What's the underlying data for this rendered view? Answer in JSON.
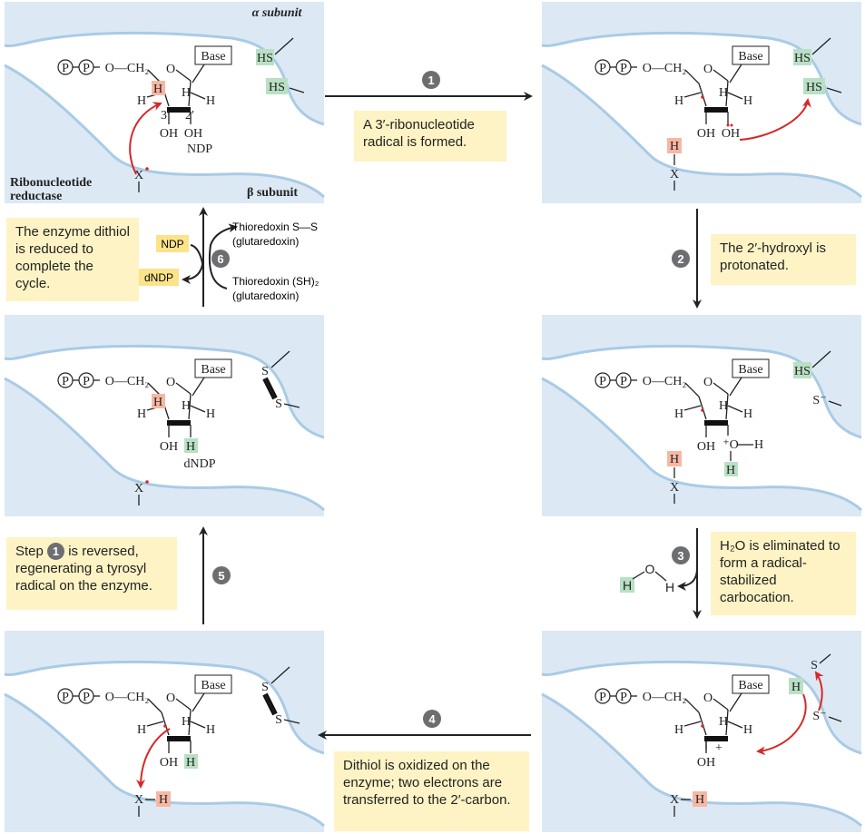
{
  "labels": {
    "alpha_subunit": "α subunit",
    "beta_subunit": "β subunit",
    "enzyme": [
      "Ribonucleotide",
      "reductase"
    ],
    "base": "Base",
    "ndp": "NDP",
    "dndp": "dNDP",
    "phosphate": "P",
    "o_ch2": "O—CH₂",
    "ring_o": "O",
    "h": "H",
    "oh": "OH",
    "hs": "HS",
    "s": "S",
    "x": "X",
    "o": "O",
    "c3": "3′",
    "c2": "2′",
    "s_minus": "S⁻",
    "plus": "+",
    "thioredoxin_ss": "Thioredoxin S—S",
    "glutaredoxin": "(glutaredoxin)",
    "thioredoxin_sh2": "Thioredoxin (SH)₂",
    "ndp_tag": "NDP",
    "dndp_tag": "dNDP"
  },
  "steps": {
    "s1": "1",
    "s2": "2",
    "s3": "3",
    "s4": "4",
    "s5": "5",
    "s6": "6"
  },
  "notes": {
    "n1": "A 3′-ribonucleotide radical is formed.",
    "n2": "The 2′-hydroxyl is protonated.",
    "n3": "H₂O is eliminated to form a radical-stabilized carbocation.",
    "n4": "Dithiol is oxidized on the enzyme; two electrons are transferred to the 2′-carbon.",
    "n5_pre": "Step",
    "n5_num": "1",
    "n5_post": "is reversed, regenerating a tyrosyl radical on the enzyme.",
    "n6": "The enzyme dithiol is reduced to complete the cycle."
  },
  "colors": {
    "panel": "#dce9f4",
    "membrane": "#a9cbe6",
    "note": "#fdf3c4",
    "red_highlight": "#f7b7a3",
    "green_highlight": "#b9e0c4",
    "yellow_highlight": "#fbe38a",
    "step_circle": "#6d6e71",
    "arrow_red": "#d62828"
  }
}
